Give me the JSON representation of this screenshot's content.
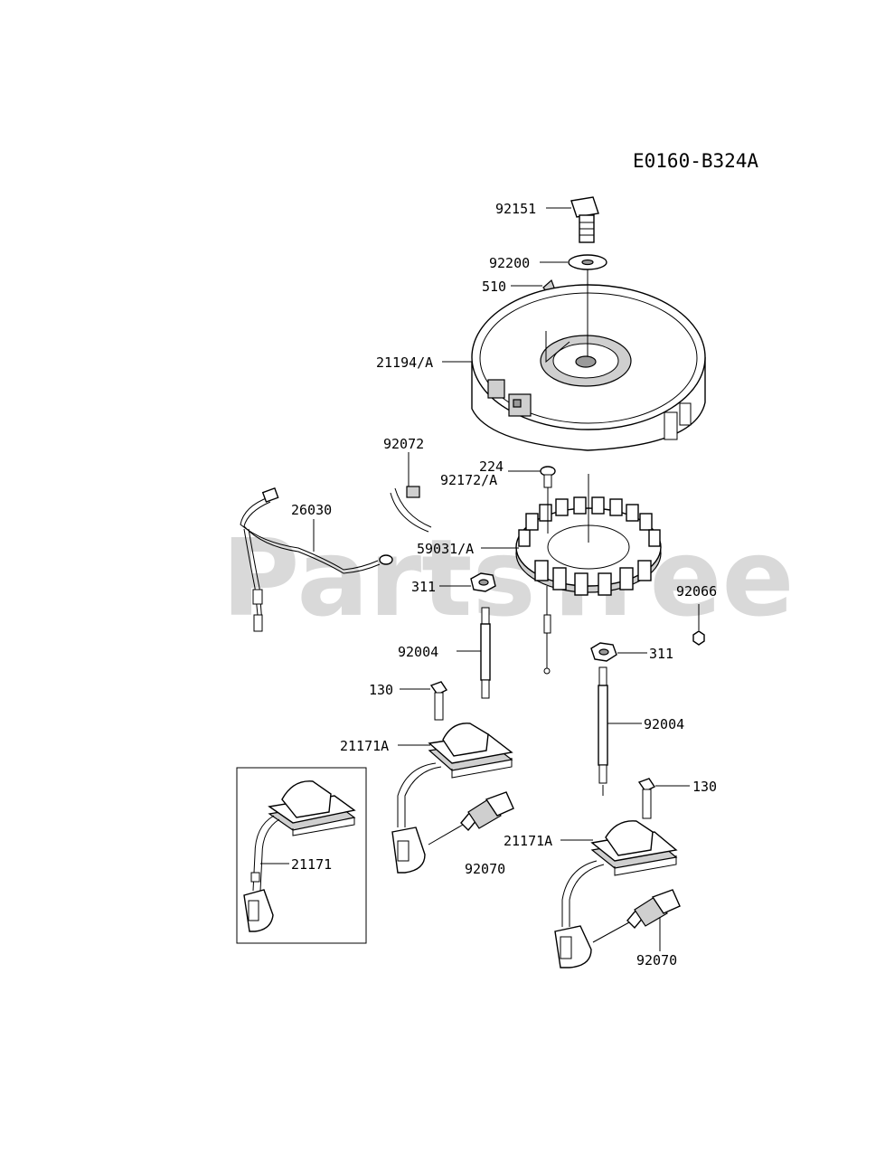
{
  "diagram": {
    "code": "E0160-B324A",
    "watermark": "PartsTree",
    "labels": {
      "p92151": "92151",
      "p92200": "92200",
      "p510": "510",
      "p21194a": "21194/A",
      "p92072": "92072",
      "p224": "224",
      "p92172a": "92172/A",
      "p26030": "26030",
      "p59031a": "59031/A",
      "p311_left": "311",
      "p92066": "92066",
      "p92004_left": "92004",
      "p311_right": "311",
      "p130_left": "130",
      "p92004_right": "92004",
      "p21171a_left": "21171A",
      "p130_right": "130",
      "p21171": "21171",
      "p92070_left": "92070",
      "p21171a_right": "21171A",
      "p92070_right": "92070"
    }
  }
}
